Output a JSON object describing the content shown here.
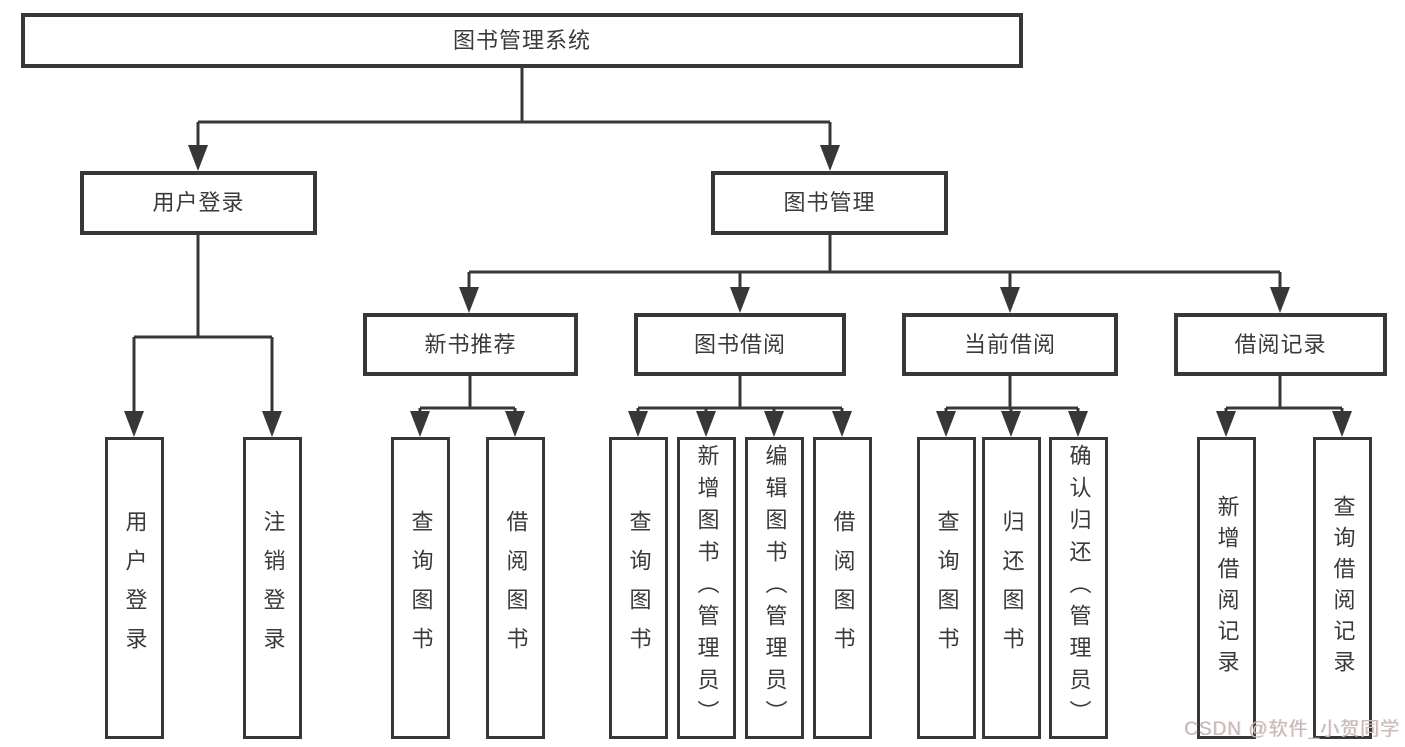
{
  "tree": {
    "label": "图书管理系统",
    "children": [
      {
        "label": "用户登录",
        "children": [
          {
            "label": "用户登录"
          },
          {
            "label": "注销登录"
          }
        ]
      },
      {
        "label": "图书管理",
        "children": [
          {
            "label": "新书推荐",
            "children": [
              {
                "label": "查询图书"
              },
              {
                "label": "借阅图书"
              }
            ]
          },
          {
            "label": "图书借阅",
            "children": [
              {
                "label": "查询图书"
              },
              {
                "label": "新增图书（管理员）"
              },
              {
                "label": "编辑图书（管理员）"
              },
              {
                "label": "借阅图书"
              }
            ]
          },
          {
            "label": "当前借阅",
            "children": [
              {
                "label": "查询图书"
              },
              {
                "label": "归还图书"
              },
              {
                "label": "确认归还（管理员）"
              }
            ]
          },
          {
            "label": "借阅记录",
            "children": [
              {
                "label": "新增借阅记录"
              },
              {
                "label": "查询借阅记录"
              }
            ]
          }
        ]
      }
    ]
  },
  "watermark": {
    "text": "CSDN @软件_小贺同学"
  },
  "colors": {
    "line": "#373737",
    "box_border": "#373737",
    "text": "#3a3a3a",
    "background": "#ffffff",
    "watermark": "#c1bbbb"
  }
}
